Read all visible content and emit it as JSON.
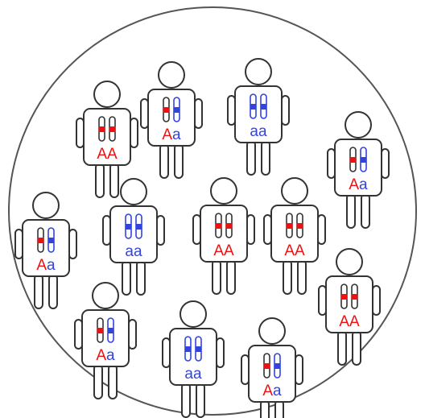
{
  "colors": {
    "dominant": "#ee1111",
    "recessive": "#3344dd",
    "outline": "#333333",
    "background": "#ffffff"
  },
  "population": [
    {
      "alleles": [
        "A",
        "A"
      ]
    },
    {
      "alleles": [
        "A",
        "a"
      ]
    },
    {
      "alleles": [
        "a",
        "a"
      ]
    },
    {
      "alleles": [
        "A",
        "a"
      ]
    },
    {
      "alleles": [
        "A",
        "a"
      ]
    },
    {
      "alleles": [
        "a",
        "a"
      ]
    },
    {
      "alleles": [
        "A",
        "A"
      ]
    },
    {
      "alleles": [
        "A",
        "A"
      ]
    },
    {
      "alleles": [
        "A",
        "A"
      ]
    },
    {
      "alleles": [
        "A",
        "a"
      ]
    },
    {
      "alleles": [
        "a",
        "a"
      ]
    },
    {
      "alleles": [
        "A",
        "a"
      ]
    }
  ]
}
